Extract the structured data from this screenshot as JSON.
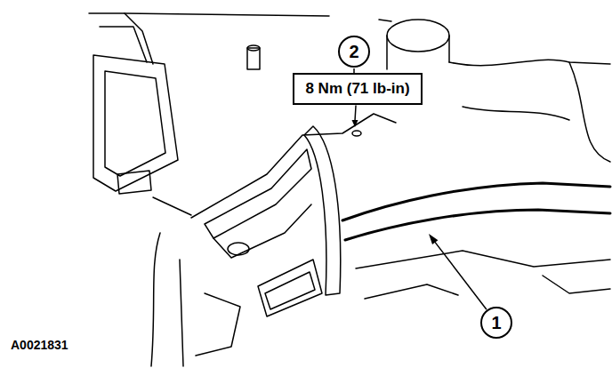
{
  "diagram": {
    "nodes": [
      {
        "text": [
          "2"
        ]
      },
      {
        "text": [
          "8 Nm (71 lb-in)"
        ]
      },
      {
        "text": [
          "1"
        ]
      }
    ],
    "edges": [
      {
        "from": 0,
        "to": 1,
        "arrow": "none"
      }
    ],
    "labels": [
      "A0021831"
    ]
  }
}
